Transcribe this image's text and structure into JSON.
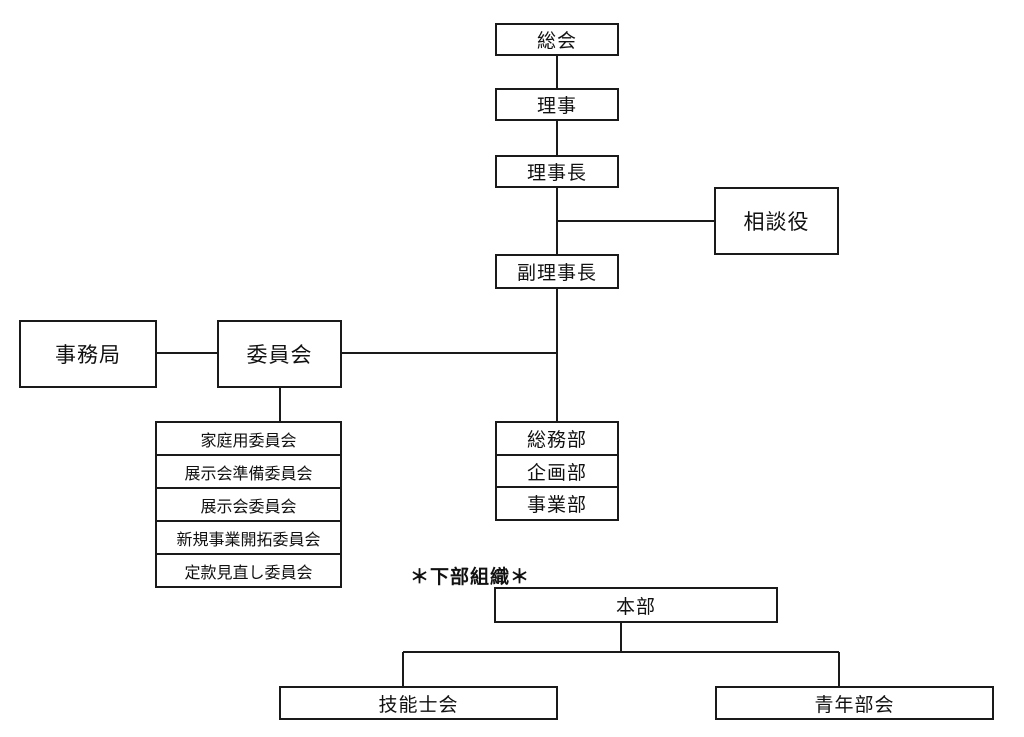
{
  "chart": {
    "general_meeting": "総会",
    "directors": "理事",
    "chairman": "理事長",
    "advisor": "相談役",
    "vice_chairman": "副理事長",
    "secretariat": "事務局",
    "committee": "委員会",
    "committees": [
      "家庭用委員会",
      "展示会準備委員会",
      "展示会委員会",
      "新規事業開拓委員会",
      "定款見直し委員会"
    ],
    "departments": [
      "総務部",
      "企画部",
      "事業部"
    ]
  },
  "sub_org": {
    "heading": "＊下部組織＊",
    "headquarters": "本部",
    "branches": [
      "技能士会",
      "青年部会"
    ]
  }
}
